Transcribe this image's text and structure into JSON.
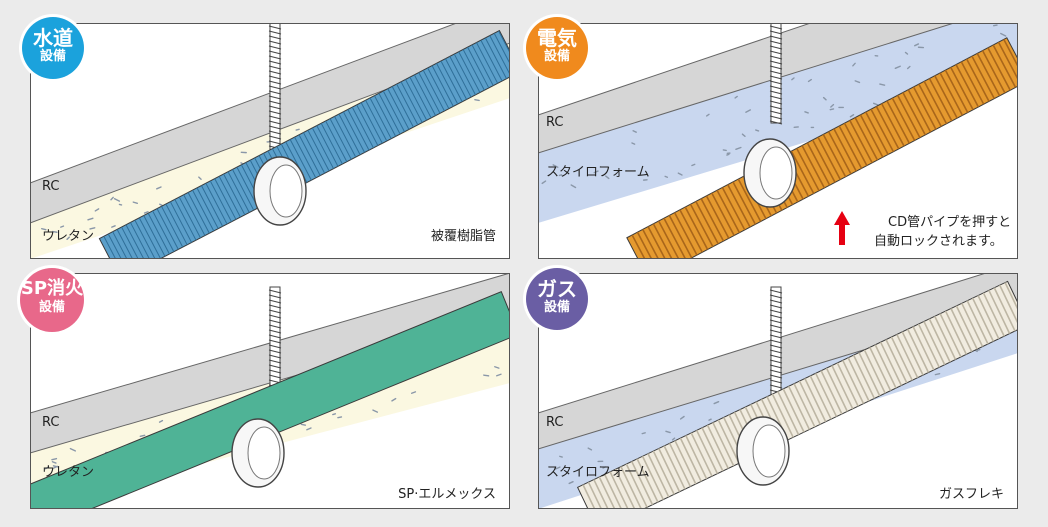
{
  "panels": [
    {
      "id": "water",
      "badge_line1": "水道",
      "badge_line2": "設備",
      "badge_color": "#1ba2dc",
      "layer_top": "RC",
      "layer_bottom": "ウレタン",
      "pipe_name": "被覆樹脂管",
      "insulation_color": "#fbf8e1",
      "pipe_color": "#5b9fca",
      "pipe_texture": "woven"
    },
    {
      "id": "electric",
      "badge_line1": "電気",
      "badge_line2": "設備",
      "badge_color": "#f08a1d",
      "layer_top": "RC",
      "layer_bottom": "スタイロフォーム",
      "pipe_name": "",
      "note_line1": "CD管パイプを押すと",
      "note_line2": "自動ロックされます。",
      "arrow_color": "#e60012",
      "insulation_color": "#c9d7ef",
      "pipe_color": "#e59a2f",
      "pipe_texture": "ribbed"
    },
    {
      "id": "sprinkler",
      "badge_line1": "SP消火",
      "badge_line2": "設備",
      "badge_color": "#e8688a",
      "layer_top": "RC",
      "layer_bottom": "ウレタン",
      "pipe_name": "SP·エルメックス",
      "insulation_color": "#fbf8e1",
      "pipe_color": "#4fb396",
      "pipe_texture": "smooth"
    },
    {
      "id": "gas",
      "badge_line1": "ガス",
      "badge_line2": "設備",
      "badge_color": "#6a5ea4",
      "layer_top": "RC",
      "layer_bottom": "スタイロフォーム",
      "pipe_name": "ガスフレキ",
      "insulation_color": "#c9d7ef",
      "pipe_color": "#f1ece0",
      "pipe_texture": "ribbed"
    }
  ],
  "colors": {
    "rc_band": "#d6d6d6",
    "panel_border": "#555555",
    "fleck": "#8a97a8"
  }
}
